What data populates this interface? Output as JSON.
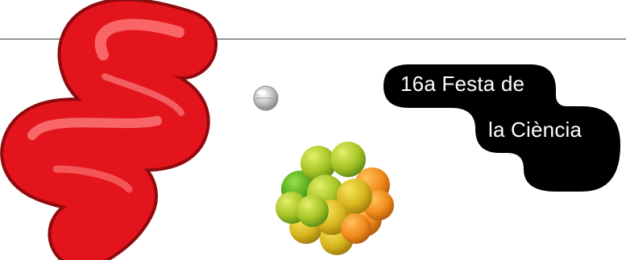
{
  "poster": {
    "title_line_1": "16a Festa de",
    "title_line_2": "la Ciència"
  },
  "colors": {
    "background": "#ffffff",
    "badge": "#000000",
    "badge_text": "#ffffff",
    "blob": "#e3141b",
    "rule": "#3a3a3a"
  },
  "icons": [
    "red-squiggle-blob",
    "silver-bead-icon",
    "molecule-cluster-icon"
  ]
}
